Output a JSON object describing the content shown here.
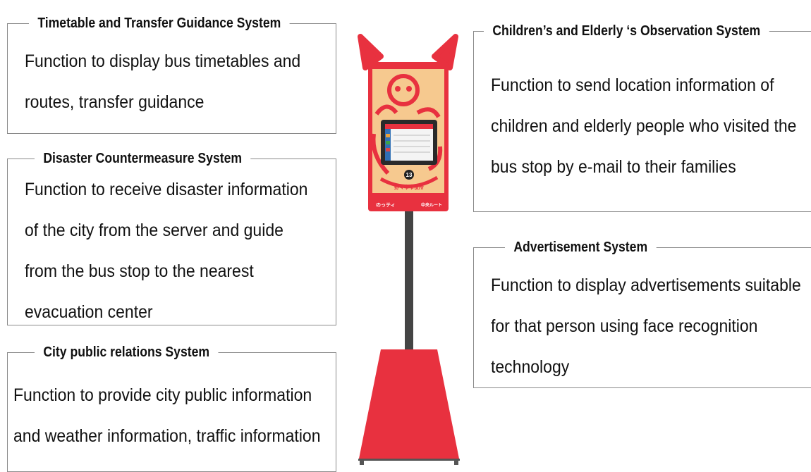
{
  "boxes": {
    "timetable": {
      "title": "Timetable and Transfer Guidance System",
      "lines": [
        "Function to display bus timetables and",
        "routes, transfer guidance"
      ]
    },
    "disaster": {
      "title": "Disaster Countermeasure System",
      "lines": [
        "Function to receive disaster information",
        "of the city from the server and guide",
        "from the bus stop to the nearest",
        "evacuation center"
      ]
    },
    "city_pr": {
      "title": "City public relations System",
      "lines": [
        "Function to provide city public information",
        "and weather information, traffic information"
      ]
    },
    "observation": {
      "title": "Children’s and Elderly ‘s Observation System",
      "lines": [
        "Function to send location information of",
        "children and elderly people who visited the",
        "bus stop by e-mail to their families"
      ]
    },
    "advertisement": {
      "title": "Advertisement System",
      "lines": [
        "Function to display advertisements suitable",
        "for that person using face recognition",
        "technology"
      ]
    }
  },
  "kiosk": {
    "stop_number": "13",
    "stop_name": "野々市市役所",
    "brand_logo_text": "のっティ",
    "route_text": "中央ルート"
  },
  "colors": {
    "kiosk_red": "#e8313f",
    "panel_cream": "#f6c98f",
    "mascot_red": "#e8313f",
    "pole": "#444444",
    "box_border": "#8a8a8a"
  }
}
